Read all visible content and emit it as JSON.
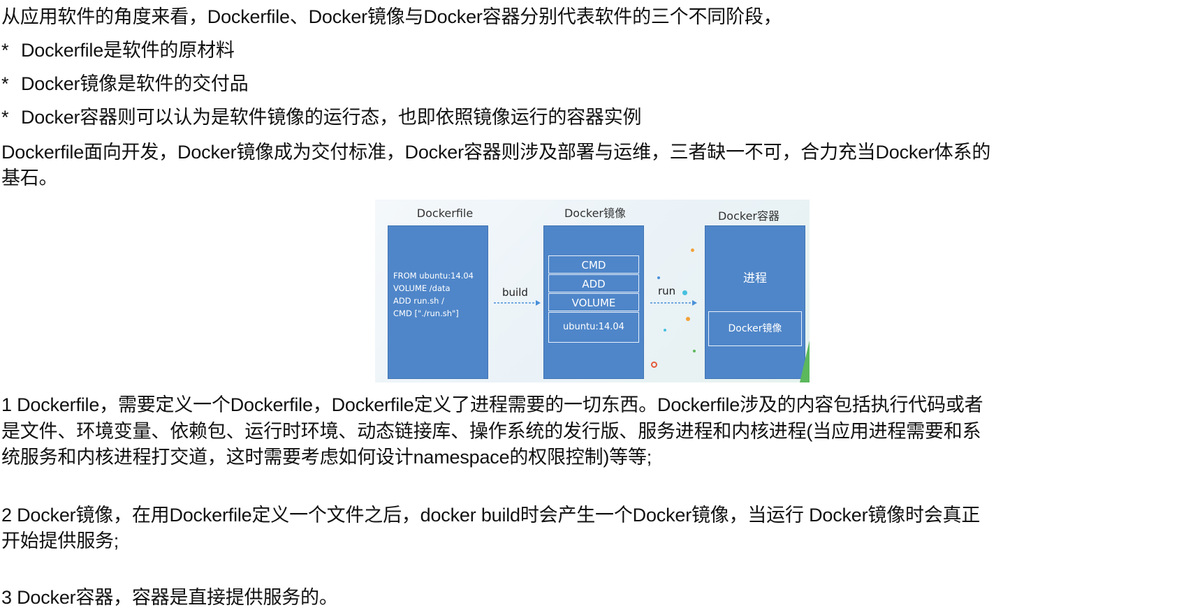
{
  "intro": "从应用软件的角度来看，Dockerfile、Docker镜像与Docker容器分别代表软件的三个不同阶段，",
  "bullets": [
    {
      "marker": "*",
      "text": "Dockerfile是软件的原材料"
    },
    {
      "marker": "*",
      "text": "Docker镜像是软件的交付品"
    },
    {
      "marker": "*",
      "text": "Docker容器则可以认为是软件镜像的运行态，也即依照镜像运行的容器实例"
    }
  ],
  "summary": {
    "line1": "Dockerfile面向开发，Docker镜像成为交付标准，Docker容器则涉及部署与运维，三者缺一不可，合力充当Docker体系的",
    "line2": "基石。"
  },
  "figure": {
    "col_dockerfile_title": "Dockerfile",
    "col_image_title": "Docker镜像",
    "col_container_title": "Docker容器",
    "dockerfile_code": [
      "FROM ubuntu:14.04",
      "VOLUME /data",
      "ADD run.sh /",
      "CMD [\"./run.sh\"]"
    ],
    "build_label": "build",
    "run_label": "run",
    "image_layers": [
      "CMD",
      "ADD",
      "VOLUME",
      "ubuntu:14.04"
    ],
    "container_process": "进程",
    "container_inner": "Docker镜像",
    "colors": {
      "box": "#4f86c9",
      "arrow": "#4a90d9",
      "accent_orange": "#f2a23a",
      "accent_green": "#5cb85c"
    }
  },
  "para1": {
    "line1": "1 Dockerfile，需要定义一个Dockerfile，Dockerfile定义了进程需要的一切东西。Dockerfile涉及的内容包括执行代码或者",
    "line2": "是文件、环境变量、依赖包、运行时环境、动态链接库、操作系统的发行版、服务进程和内核进程(当应用进程需要和系",
    "line3": "统服务和内核进程打交道，这时需要考虑如何设计namespace的权限控制)等等;"
  },
  "para2": {
    "line1": "2 Docker镜像，在用Dockerfile定义一个文件之后，docker build时会产生一个Docker镜像，当运行 Docker镜像时会真正",
    "line2": "开始提供服务;"
  },
  "para3": {
    "line1": "3 Docker容器，容器是直接提供服务的。"
  }
}
